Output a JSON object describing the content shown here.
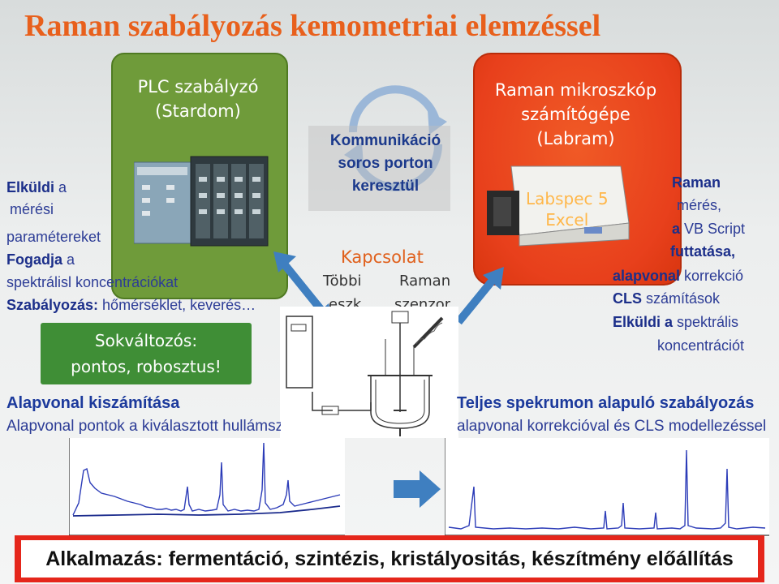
{
  "title": "Raman szabályozás kemometriai elemzéssel",
  "plc": {
    "line1": "PLC szabályzó",
    "line2": "(Stardom)"
  },
  "raman_pc": {
    "line1": "Raman mikroszkóp",
    "line2": "számítógépe",
    "line3": "(Labram)",
    "software1": "Labspec 5",
    "software2": "Excel"
  },
  "communication": {
    "line1": "Kommunikáció",
    "line2": "soros porton",
    "line3": "keresztül"
  },
  "connection": {
    "title": "Kapcsolat",
    "left1": "Többi",
    "left2": "eszk",
    "right1": "Raman",
    "right2": "szenzor"
  },
  "left_text": {
    "l1_bold": "Elküldi",
    "l1_rest": " a",
    "l2": "mérési",
    "l3": "paramétereket",
    "l4_bold": "Fogadja",
    "l4_rest": " a",
    "l5": "spektrálisl koncentrációkat",
    "l6_bold": "Szabályozás:",
    "l6_rest": " hőmérséklet, keverés…"
  },
  "robust": {
    "line1": "Sokváltozós:",
    "line2": "pontos, robosztus!"
  },
  "right_text": {
    "r1_bold": "Raman",
    "r2": "mérés,",
    "r3_bold": "a",
    "r3_rest": " VB Script",
    "r4_bold": "futtatása,",
    "r5_bold": "alapvonal",
    "r5_rest": " korrekció",
    "r6_bold": "CLS",
    "r6_rest": " számítások",
    "r7_bold": "Elküldi a",
    "r7_rest": " spektrális",
    "r8": "koncentrációt"
  },
  "baseline": {
    "title": "Alapvonal kiszámítása",
    "subtitle": "Alapvonal pontok a kiválasztott hullámszámoknál"
  },
  "fullspec": {
    "title": "Teljes spekrumon alapuló szabályozás",
    "subtitle": "alapvonal korrekcióval és CLS  modellezéssel"
  },
  "bottom": "Alkalmazás: fermentáció, szintézis, kristályositás, készítmény előállítás",
  "colors": {
    "title": "#e8601c",
    "plc_box": "#6f9b3a",
    "raman_box": "#e8401c",
    "text_blue": "#2c3c96",
    "bottom_border": "#e5261b",
    "arrow_blue": "#3f7fc0"
  }
}
